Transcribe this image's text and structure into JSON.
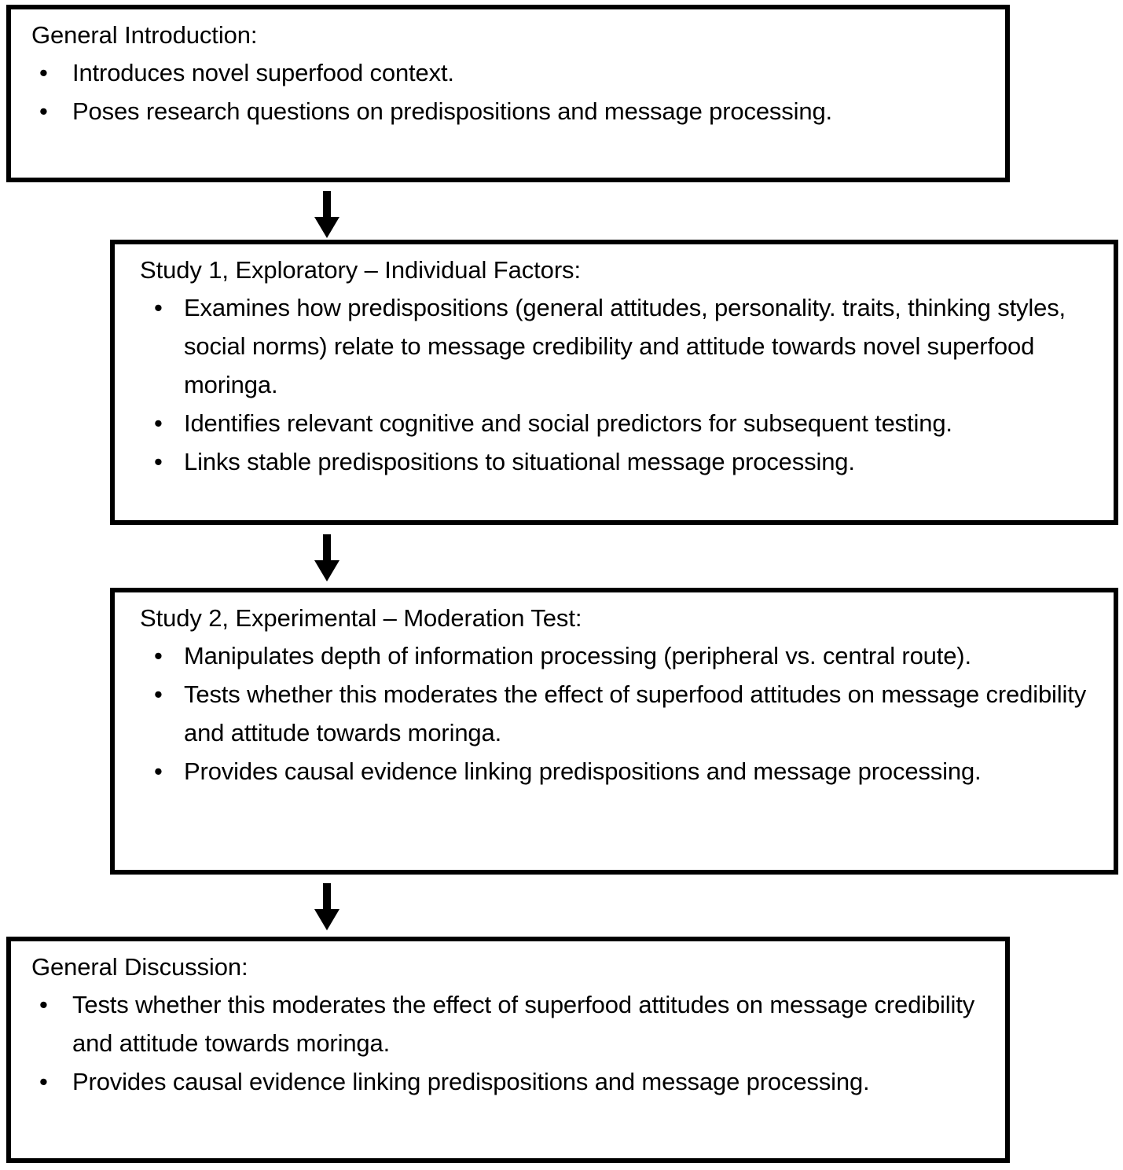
{
  "diagram": {
    "type": "vertical-flowchart",
    "orientation": "top-to-bottom",
    "node_count": 4,
    "arrow_count": 3,
    "colors": {
      "border": "#000000",
      "background": "#FFFFFF",
      "text": "#000000",
      "arrow": "#000000"
    },
    "nodes": [
      {
        "id": "general-introduction",
        "title": "General Introduction:",
        "bullets": [
          "Introduces novel superfood context.",
          "Poses research questions on predispositions and message processing."
        ]
      },
      {
        "id": "study-1",
        "title": "Study 1, Exploratory – Individual Factors:",
        "bullets": [
          "Examines how predispositions (general attitudes, personality. traits, thinking styles, social norms) relate to message credibility and attitude towards novel superfood moringa.",
          "Identifies relevant cognitive and social predictors for subsequent testing.",
          "Links stable predispositions to situational message processing."
        ]
      },
      {
        "id": "study-2",
        "title": "Study 2, Experimental – Moderation Test:",
        "bullets": [
          "Manipulates depth of information processing (peripheral vs. central route).",
          "Tests whether this moderates the effect of superfood attitudes on message credibility and attitude towards moringa.",
          "Provides causal evidence linking predispositions and message processing."
        ]
      },
      {
        "id": "general-discussion",
        "title": "General Discussion:",
        "bullets": [
          "Tests whether this moderates the effect of superfood attitudes on message credibility and attitude towards moringa.",
          "Provides causal evidence linking predispositions and message processing."
        ]
      }
    ],
    "bullet_glyph": "•",
    "arrows": [
      {
        "id": "arrow-intro-to-study1",
        "from": "general-introduction",
        "to": "study-1",
        "glyph": "down-arrow"
      },
      {
        "id": "arrow-study1-to-study2",
        "from": "study-1",
        "to": "study-2",
        "glyph": "down-arrow"
      },
      {
        "id": "arrow-study2-to-discussion",
        "from": "study-2",
        "to": "general-discussion",
        "glyph": "down-arrow"
      }
    ]
  }
}
